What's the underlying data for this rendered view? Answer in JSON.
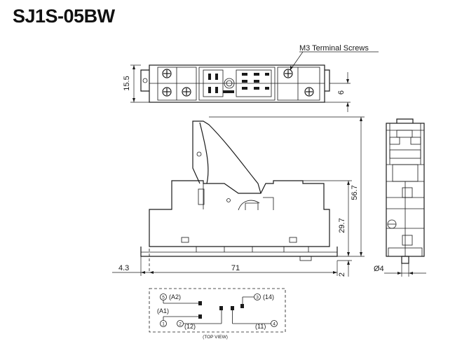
{
  "title": "SJ1S-05BW",
  "callout": "M3 Terminal Screws",
  "dimensions": {
    "height_top": "15.5",
    "gap_top": "6",
    "total_height": "56.7",
    "base_height": "29.7",
    "length": "71",
    "left_offset": "4.3",
    "bottom": "2",
    "hole_diameter": "Ø4"
  },
  "wiring": {
    "t5": "5",
    "t5_label": "(A2)",
    "t1_label": "(A1)",
    "t1": "1",
    "t2": "2",
    "t2_label": "(12)",
    "t3": "3",
    "t3_label": "(14)",
    "t4": "4",
    "t4_label": "(11)",
    "view_label": "(TOP VIEW)"
  }
}
